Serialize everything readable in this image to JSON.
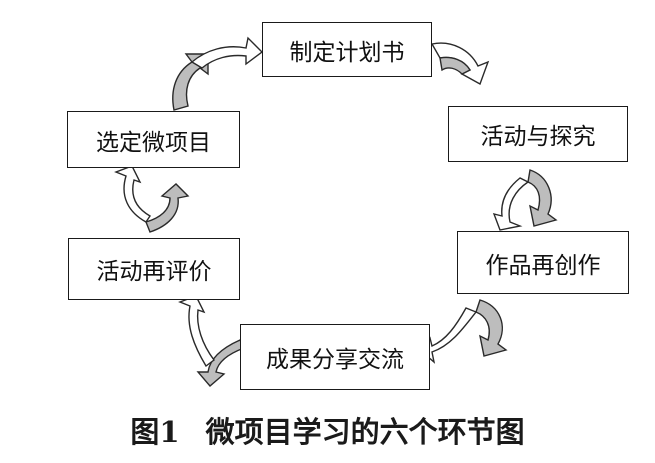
{
  "diagram": {
    "steps": [
      {
        "id": "plan",
        "label": "制定计划书"
      },
      {
        "id": "explore",
        "label": "活动与探究"
      },
      {
        "id": "create",
        "label": "作品再创作"
      },
      {
        "id": "share",
        "label": "成果分享交流"
      },
      {
        "id": "eval",
        "label": "活动再评价"
      },
      {
        "id": "select",
        "label": "选定微项目"
      }
    ],
    "flow": "clockwise cycle",
    "connector_icon": "curved-arrow-icon",
    "colors": {
      "border": "#1a1a1a",
      "arrow_light": "#ffffff",
      "arrow_dark": "#bdbdbd"
    }
  },
  "caption": {
    "figure_number": "图1",
    "text": "微项目学习的六个环节图"
  }
}
